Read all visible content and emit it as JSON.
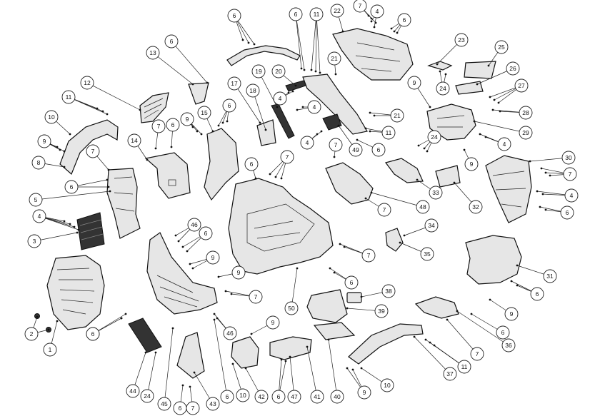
{
  "diagram": {
    "type": "exploded-parts-diagram",
    "callouts": [
      {
        "id": "c1",
        "label": "1"
      },
      {
        "id": "c2",
        "label": "2"
      },
      {
        "id": "c3",
        "label": "3"
      },
      {
        "id": "c4a",
        "label": "4"
      },
      {
        "id": "c5",
        "label": "5"
      },
      {
        "id": "c6a",
        "label": "6"
      },
      {
        "id": "c6b",
        "label": "6"
      },
      {
        "id": "c7a",
        "label": "7"
      },
      {
        "id": "c8",
        "label": "8"
      },
      {
        "id": "c9a",
        "label": "9"
      },
      {
        "id": "c10a",
        "label": "10"
      },
      {
        "id": "c11a",
        "label": "11"
      },
      {
        "id": "c12",
        "label": "12"
      },
      {
        "id": "c13",
        "label": "13"
      },
      {
        "id": "c6c",
        "label": "6"
      },
      {
        "id": "c14",
        "label": "14"
      },
      {
        "id": "c7b",
        "label": "7"
      },
      {
        "id": "c6d",
        "label": "6"
      },
      {
        "id": "c9b",
        "label": "9"
      },
      {
        "id": "c15",
        "label": "15"
      },
      {
        "id": "c6e",
        "label": "6"
      },
      {
        "id": "c17",
        "label": "17"
      },
      {
        "id": "c18",
        "label": "18"
      },
      {
        "id": "c19",
        "label": "19"
      },
      {
        "id": "c20",
        "label": "20"
      },
      {
        "id": "c4b",
        "label": "4"
      },
      {
        "id": "c4c",
        "label": "4"
      },
      {
        "id": "c4d",
        "label": "4"
      },
      {
        "id": "c6f",
        "label": "6"
      },
      {
        "id": "c11b",
        "label": "11"
      },
      {
        "id": "c22",
        "label": "22"
      },
      {
        "id": "c7c",
        "label": "7"
      },
      {
        "id": "c4e",
        "label": "4"
      },
      {
        "id": "c6g",
        "label": "6"
      },
      {
        "id": "c21a",
        "label": "21"
      },
      {
        "id": "c21b",
        "label": "21"
      },
      {
        "id": "c11c",
        "label": "11"
      },
      {
        "id": "c6h",
        "label": "6"
      },
      {
        "id": "c49",
        "label": "49"
      },
      {
        "id": "c23",
        "label": "23"
      },
      {
        "id": "c25",
        "label": "25"
      },
      {
        "id": "c26",
        "label": "26"
      },
      {
        "id": "c24a",
        "label": "24"
      },
      {
        "id": "c9c",
        "label": "9"
      },
      {
        "id": "c27",
        "label": "27"
      },
      {
        "id": "c28",
        "label": "28"
      },
      {
        "id": "c29",
        "label": "29"
      },
      {
        "id": "c24b",
        "label": "24"
      },
      {
        "id": "c4f",
        "label": "4"
      },
      {
        "id": "c9d",
        "label": "9"
      },
      {
        "id": "c30",
        "label": "30"
      },
      {
        "id": "c7d",
        "label": "7"
      },
      {
        "id": "c4g",
        "label": "4"
      },
      {
        "id": "c6i",
        "label": "6"
      },
      {
        "id": "c7e",
        "label": "7"
      },
      {
        "id": "c6j",
        "label": "6"
      },
      {
        "id": "c6k",
        "label": "6"
      },
      {
        "id": "c48",
        "label": "48"
      },
      {
        "id": "c7f",
        "label": "7"
      },
      {
        "id": "c33",
        "label": "33"
      },
      {
        "id": "c32",
        "label": "32"
      },
      {
        "id": "c34",
        "label": "34"
      },
      {
        "id": "c35",
        "label": "35"
      },
      {
        "id": "c7g",
        "label": "7"
      },
      {
        "id": "c46a",
        "label": "46"
      },
      {
        "id": "c6l",
        "label": "6"
      },
      {
        "id": "c9e",
        "label": "9"
      },
      {
        "id": "c9f",
        "label": "9"
      },
      {
        "id": "c7h",
        "label": "7"
      },
      {
        "id": "c46b",
        "label": "46"
      },
      {
        "id": "c50",
        "label": "50"
      },
      {
        "id": "c6m",
        "label": "6"
      },
      {
        "id": "c7i",
        "label": "7"
      },
      {
        "id": "c31",
        "label": "31"
      },
      {
        "id": "c6n",
        "label": "6"
      },
      {
        "id": "c9g",
        "label": "9"
      },
      {
        "id": "c38",
        "label": "38"
      },
      {
        "id": "c39",
        "label": "39"
      },
      {
        "id": "c9h",
        "label": "9"
      },
      {
        "id": "c6o",
        "label": "6"
      },
      {
        "id": "c36",
        "label": "36"
      },
      {
        "id": "c7j",
        "label": "7"
      },
      {
        "id": "c11d",
        "label": "11"
      },
      {
        "id": "c37",
        "label": "37"
      },
      {
        "id": "c6p",
        "label": "6"
      },
      {
        "id": "c44",
        "label": "44"
      },
      {
        "id": "c24c",
        "label": "24"
      },
      {
        "id": "c45",
        "label": "45"
      },
      {
        "id": "c6q",
        "label": "6"
      },
      {
        "id": "c7k",
        "label": "7"
      },
      {
        "id": "c43",
        "label": "43"
      },
      {
        "id": "c6r",
        "label": "6"
      },
      {
        "id": "c10b",
        "label": "10"
      },
      {
        "id": "c42",
        "label": "42"
      },
      {
        "id": "c6s",
        "label": "6"
      },
      {
        "id": "c47",
        "label": "47"
      },
      {
        "id": "c41",
        "label": "41"
      },
      {
        "id": "c40",
        "label": "40"
      },
      {
        "id": "c9i",
        "label": "9"
      },
      {
        "id": "c10c",
        "label": "10"
      }
    ]
  }
}
